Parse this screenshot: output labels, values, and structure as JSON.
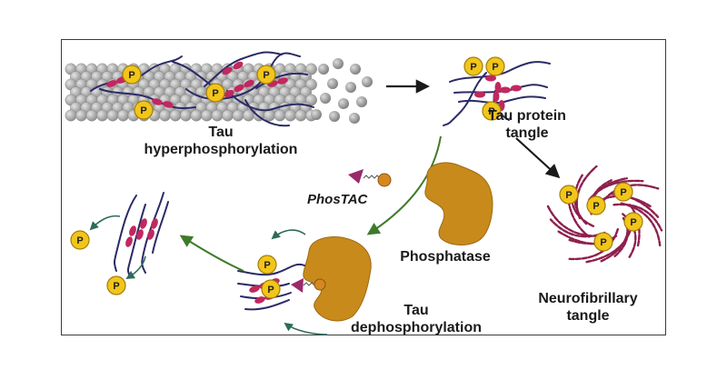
{
  "labels": {
    "tau_hyper": [
      "Tau",
      "hyperphosphorylation"
    ],
    "tau_protein_tangle": [
      "Tau protein",
      "tangle"
    ],
    "phostac": "PhosTAC",
    "phosphatase": "Phosphatase",
    "neurofibrillary_tangle": [
      "Neurofibrillary",
      "tangle"
    ],
    "tau_dephos": [
      "Tau",
      "dephosphorylation"
    ]
  },
  "phosphate_symbol": "P",
  "colors": {
    "frame": "#3b3b3b",
    "phosphate_fill": "#f2c51a",
    "phosphate_stroke": "#a07e0a",
    "tau_strand": "#2b2a66",
    "tau_bead": "#c1285f",
    "phosphatase": "#c98a1c",
    "phostac_triangle": "#9b2a6a",
    "phostac_ball": "#d4881e",
    "arrow_black": "#1a1a1a",
    "arrow_green": "#3f7a2b",
    "arrow_teal": "#2e6b5a",
    "microtubule": "#a8a8a8",
    "tangle": "#8e1f4e"
  }
}
